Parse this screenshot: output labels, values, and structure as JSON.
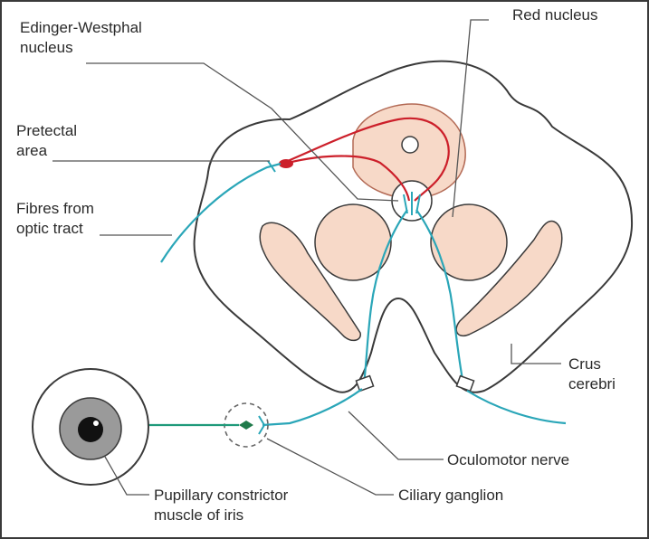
{
  "labels": {
    "edinger_westphal": "Edinger-Westphal\nnucleus",
    "red_nucleus": "Red nucleus",
    "pretectal": "Pretectal\narea",
    "fibres_optic": "Fibres from\noptic tract",
    "crus_cerebri": "Crus\ncerebri",
    "oculomotor_nerve": "Oculomotor nerve",
    "ciliary_ganglion": "Ciliary ganglion",
    "pupillary_muscle": "Pupillary constrictor\nmuscle of iris"
  },
  "colors": {
    "outline": "#3a3a3a",
    "nerve": "#2aa6b8",
    "pathway": "#cc1f2a",
    "nucleus_fill": "#f7d9c8",
    "eye_outer": "#ffffff",
    "iris": "#9a9a9a",
    "pupil": "#111111"
  }
}
